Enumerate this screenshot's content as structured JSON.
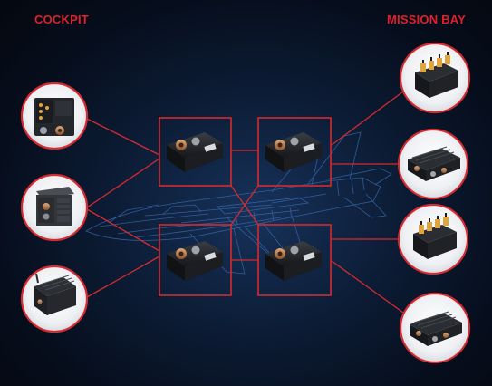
{
  "labels": {
    "cockpit": "COCKPIT",
    "mission_bay": "MISSION BAY"
  },
  "colors": {
    "accent": "#e0202a",
    "link_line": "#d42a30",
    "background": "#0a1628",
    "aircraft_wireframe": "#3d6fb8",
    "unit_body": "#1b1d21"
  },
  "cockpit_units": [
    {
      "id": "cockpit-unit-1",
      "icon": "avionics-panel-box-icon"
    },
    {
      "id": "cockpit-unit-2",
      "icon": "rugged-computer-chassis-icon"
    },
    {
      "id": "cockpit-unit-3",
      "icon": "finned-enclosure-icon"
    }
  ],
  "network_switches": [
    {
      "id": "switch-top-left",
      "icon": "rugged-network-switch-icon"
    },
    {
      "id": "switch-top-right",
      "icon": "rugged-network-switch-icon"
    },
    {
      "id": "switch-bottom-left",
      "icon": "rugged-network-switch-icon"
    },
    {
      "id": "switch-bottom-right",
      "icon": "rugged-network-switch-icon"
    }
  ],
  "mission_units": [
    {
      "id": "mission-unit-1",
      "icon": "terminal-block-unit-icon"
    },
    {
      "id": "mission-unit-2",
      "icon": "finned-connector-box-icon"
    },
    {
      "id": "mission-unit-3",
      "icon": "terminal-block-unit-icon"
    },
    {
      "id": "mission-unit-4",
      "icon": "finned-connector-box-icon"
    }
  ]
}
